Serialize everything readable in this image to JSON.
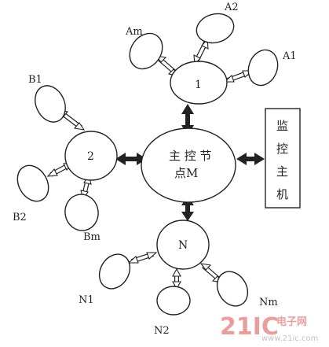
{
  "center": {
    "label_line1": "主 控 节",
    "label_line2": "点M"
  },
  "monitor": {
    "chars": [
      "监",
      "控",
      "主",
      "机"
    ]
  },
  "sub_nodes": [
    {
      "label": "1"
    },
    {
      "label": "2"
    },
    {
      "label": "N"
    }
  ],
  "leaf_labels": {
    "a2": "A2",
    "am": "Am",
    "a1": "A1",
    "b1": "B1",
    "b2": "B2",
    "bm": "Bm",
    "n1": "N1",
    "n2": "N2",
    "nm": "Nm"
  },
  "watermark": {
    "brand": "21IC",
    "cn": "电子网",
    "url": "www.21ic.com"
  },
  "colors": {
    "line": "#222222",
    "watermark_red": "#d0302a",
    "watermark_grey": "#b8b8b8"
  }
}
